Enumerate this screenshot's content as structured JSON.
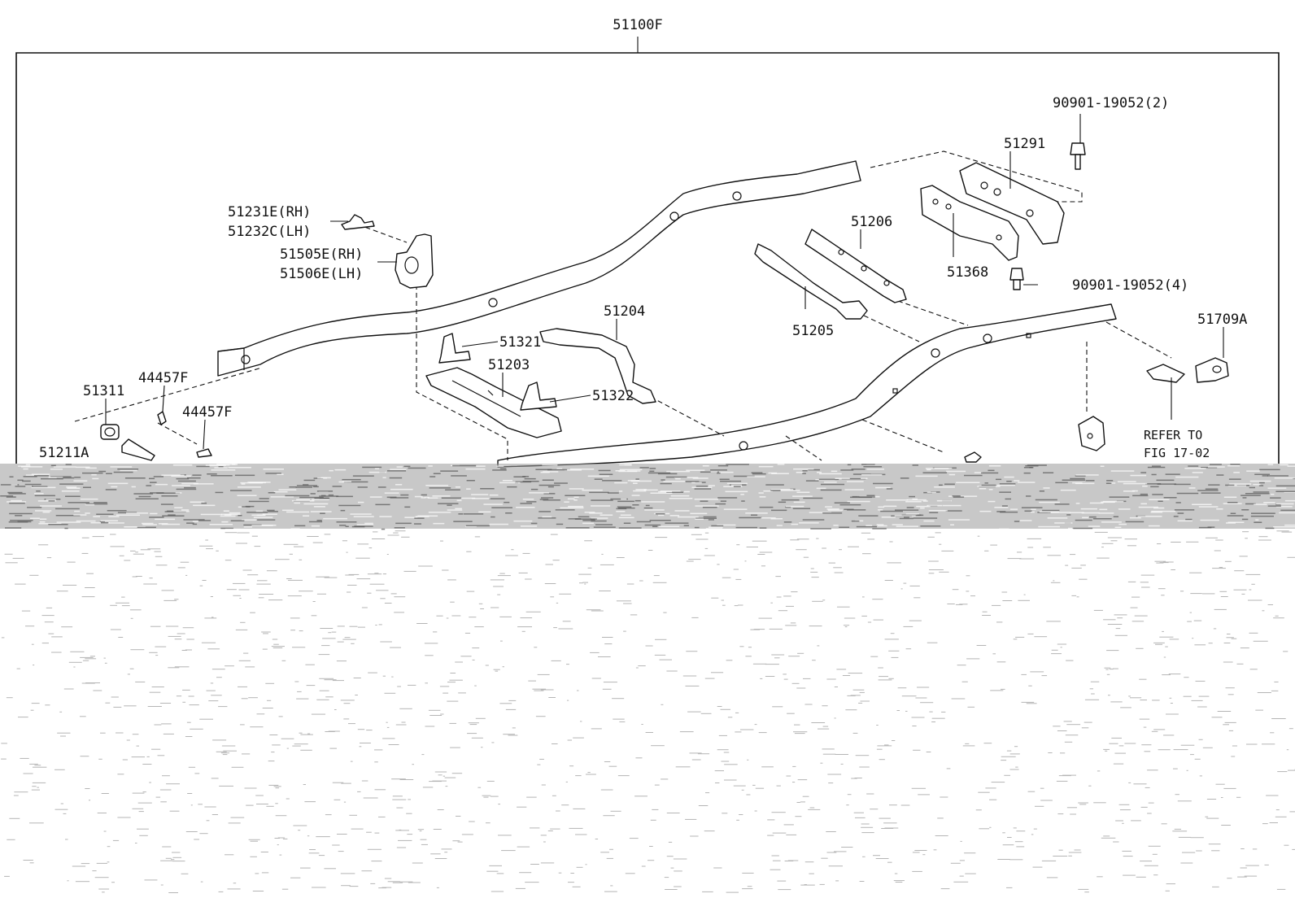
{
  "diagram": {
    "assembly_label": "51100F",
    "labels": {
      "bolt_top": "90901-19052(2)",
      "bolt_mid": "90901-19052(4)",
      "p51291": "51291",
      "p51368": "51368",
      "p51206": "51206",
      "p51205": "51205",
      "p51204": "51204",
      "p51203": "51203",
      "p51321": "51321",
      "p51322": "51322",
      "p51231e": "51231E(RH)",
      "p51232c": "51232C(LH)",
      "p51505e": "51505E(RH)",
      "p51506e": "51506E(LH)",
      "p51311": "51311",
      "p44457f_a": "44457F",
      "p44457f_b": "44457F",
      "p51211a": "51211A",
      "p51709a": "51709A",
      "refer_line1": "REFER TO",
      "refer_line2": "FIG 17-02"
    }
  },
  "colors": {
    "line": "#111111",
    "background": "#ffffff",
    "noise_band": "#9a9a9a",
    "noise_speck": "#b5b5b5"
  }
}
